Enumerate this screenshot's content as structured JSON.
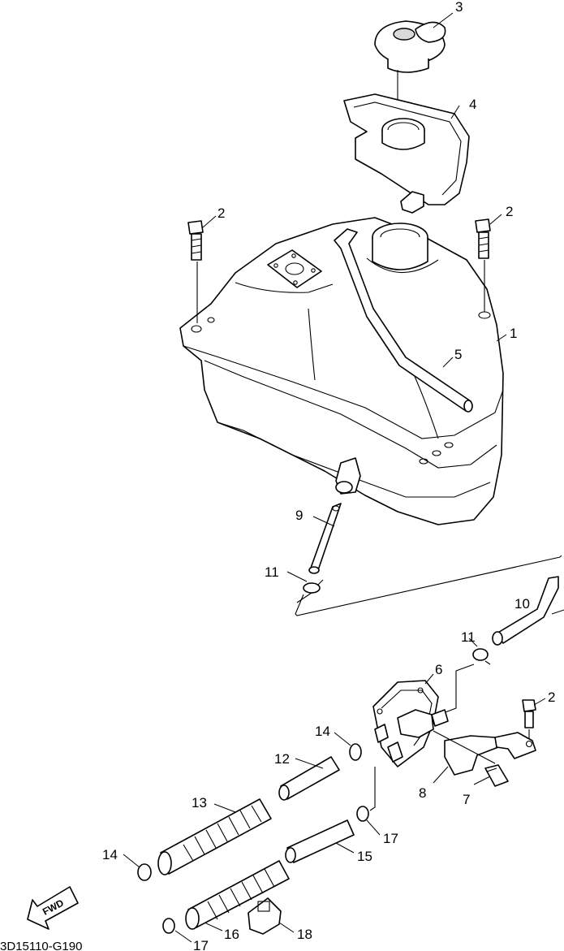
{
  "diagram_code": "3D15110-G190",
  "fwd_label": "FWD",
  "callouts": {
    "c1": "1",
    "c2a": "2",
    "c2b": "2",
    "c2c": "2",
    "c3": "3",
    "c4": "4",
    "c5": "5",
    "c6": "6",
    "c7": "7",
    "c8": "8",
    "c9": "9",
    "c10": "10",
    "c11a": "11",
    "c11b": "11",
    "c12": "12",
    "c13": "13",
    "c14a": "14",
    "c14b": "14",
    "c15": "15",
    "c16": "16",
    "c17a": "17",
    "c17b": "17",
    "c18": "18"
  }
}
